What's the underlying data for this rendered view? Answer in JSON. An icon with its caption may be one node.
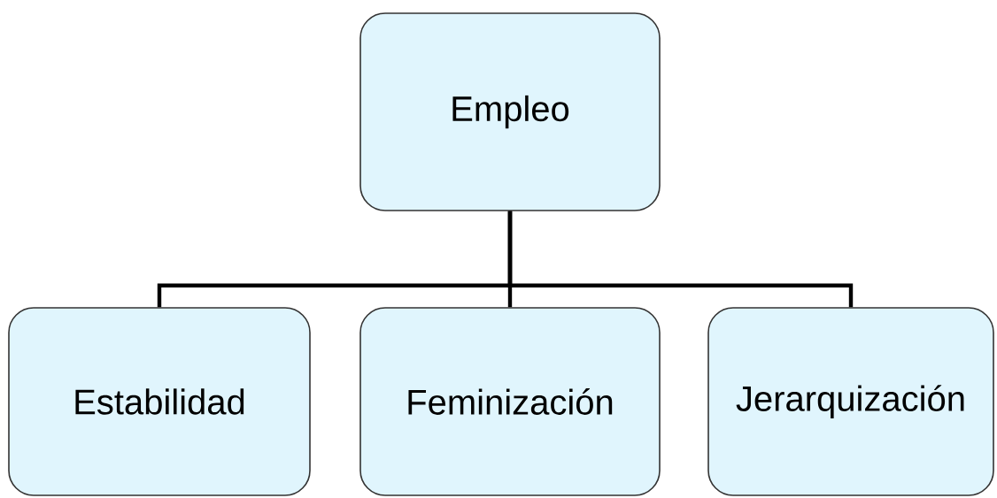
{
  "diagram": {
    "nodes": [
      {
        "text": [
          "Empleo"
        ]
      },
      {
        "text": [
          "Estabilidad"
        ]
      },
      {
        "text": [
          "Feminización"
        ]
      },
      {
        "text": [
          "Jerarquización"
        ]
      }
    ],
    "edges": [
      {
        "from": 0,
        "to": 1,
        "arrow": "none"
      },
      {
        "from": 0,
        "to": 2,
        "arrow": "none"
      },
      {
        "from": 0,
        "to": 3,
        "arrow": "none"
      }
    ]
  }
}
